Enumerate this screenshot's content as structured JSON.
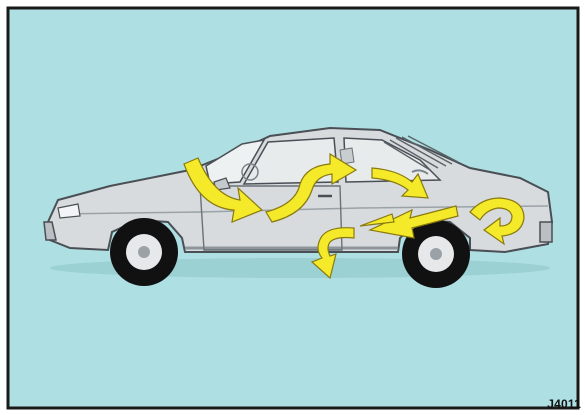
{
  "figure": {
    "code": "J4011",
    "colors": {
      "background": "#aee0e3",
      "border": "#1a1a1a",
      "car_body": "#d7dbdd",
      "car_outline": "#4a4f55",
      "tire": "#111111",
      "hubcap": "#e6e8ea",
      "arrow_fill": "#f4ea2a",
      "arrow_stroke": "#8a7a10"
    },
    "arrows": [
      {
        "name": "arrow-windshield-down"
      },
      {
        "name": "arrow-cabin-wave"
      },
      {
        "name": "arrow-cabin-rear"
      },
      {
        "name": "arrow-to-rear-window"
      },
      {
        "name": "arrow-into-body-vent"
      },
      {
        "name": "arrow-door-down"
      },
      {
        "name": "arrow-rear-exhaust-loop"
      }
    ]
  }
}
